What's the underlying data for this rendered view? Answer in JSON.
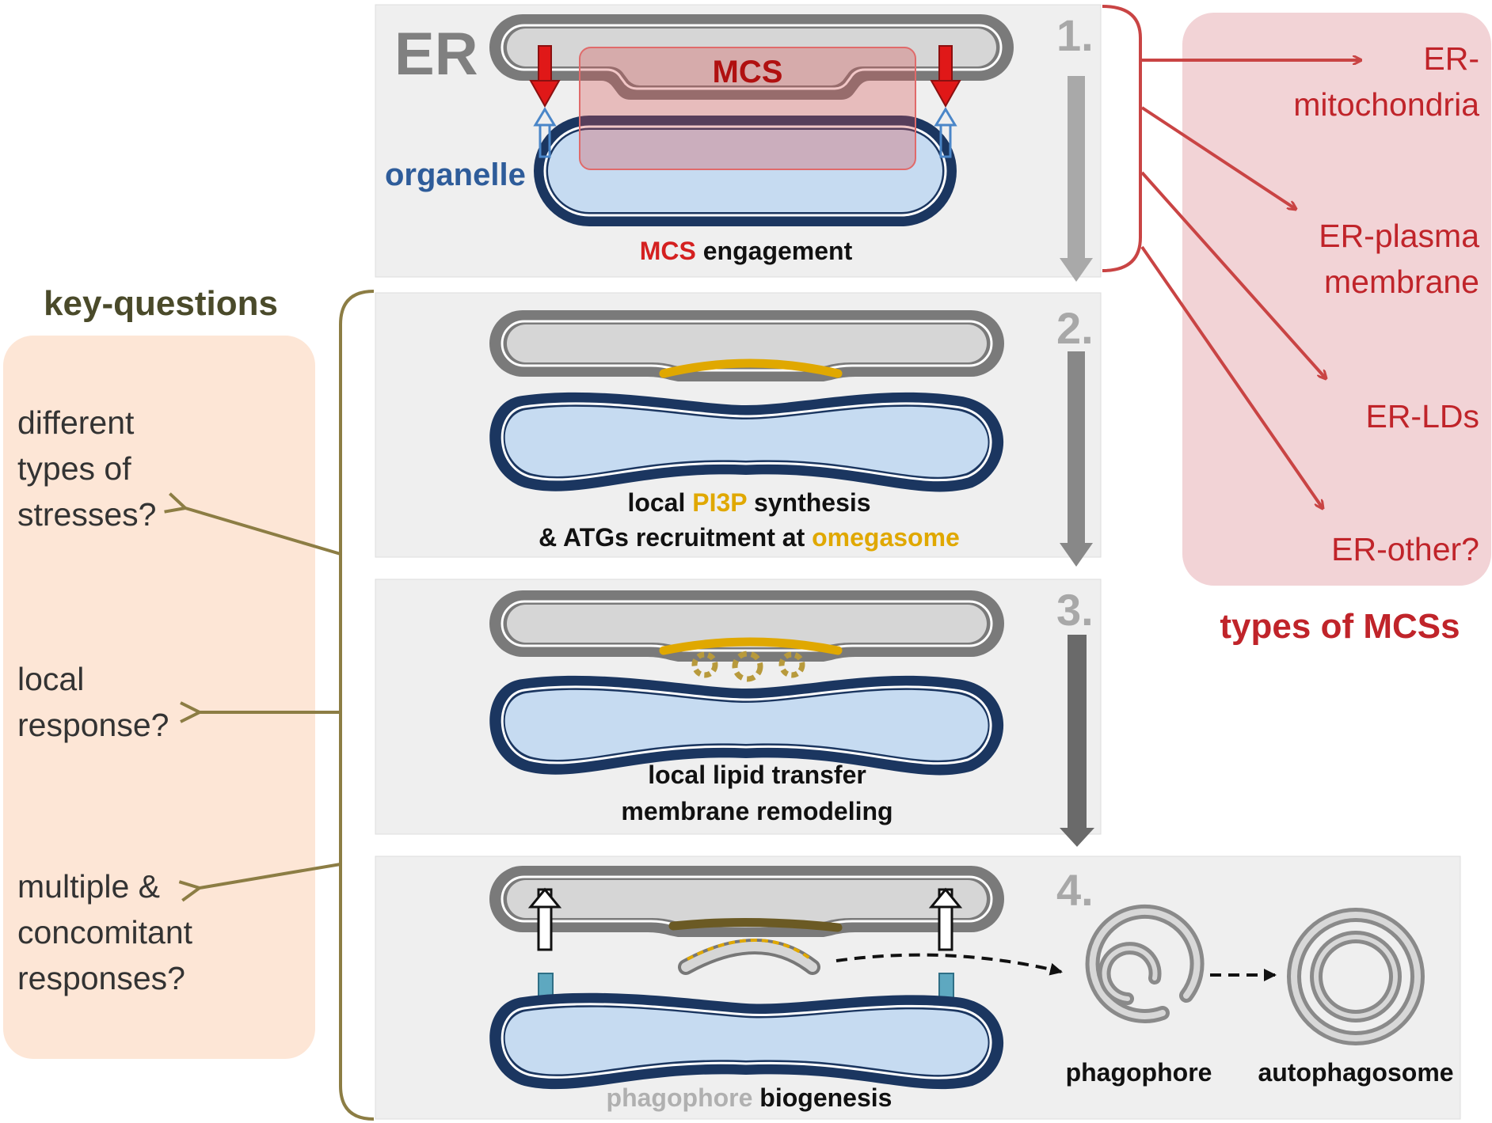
{
  "steps": [
    {
      "number": "1.",
      "caption_parts": [
        {
          "text": "MCS",
          "color": "#d42020"
        },
        {
          "text": " engagement",
          "color": "#111111"
        }
      ]
    },
    {
      "number": "2.",
      "caption_line1_parts": [
        {
          "text": "local ",
          "color": "#111111"
        },
        {
          "text": "PI3P",
          "color": "#e0a800"
        },
        {
          "text": " synthesis",
          "color": "#111111"
        }
      ],
      "caption_line2_parts": [
        {
          "text": "& ATGs recruitment at ",
          "color": "#111111"
        },
        {
          "text": "omegasome",
          "color": "#e0a800"
        }
      ]
    },
    {
      "number": "3.",
      "caption_line1": "local lipid transfer",
      "caption_line2": "membrane remodeling"
    },
    {
      "number": "4.",
      "caption_parts": [
        {
          "text": "phagophore",
          "color": "#b0b0b0"
        },
        {
          "text": " biogenesis",
          "color": "#111111"
        }
      ]
    }
  ],
  "labels": {
    "er": "ER",
    "mcs": "MCS",
    "organelle": "organelle",
    "phagophore": "phagophore",
    "autophagosome": "autophagosome"
  },
  "key_questions": {
    "title": "key-questions",
    "items": [
      [
        "different",
        "types of",
        "stresses?"
      ],
      [
        "local",
        "response?"
      ],
      [
        "multiple &",
        "concomitant",
        "responses?"
      ]
    ]
  },
  "mcs_types": {
    "title": "types of MCSs",
    "items": [
      [
        "ER-",
        "mitochondria"
      ],
      [
        "ER-plasma",
        "membrane"
      ],
      [
        "ER-LDs"
      ],
      [
        "ER-other?"
      ]
    ]
  },
  "colors": {
    "panel_bg": "#efefef",
    "er_outer": "#7a7a7a",
    "er_fill": "#d6d6d6",
    "organelle_outer": "#1b3660",
    "organelle_fill": "#c6dbf1",
    "mcs_red": "#c42a2a",
    "pi3p_yellow": "#e0a800",
    "olive": "#8c7d44",
    "kq_title": "#4a4a2a",
    "kq_box": "#fde6d6",
    "mcs_box": "#f2d3d6",
    "mcs_text": "#c0242a",
    "organelle_text": "#2e5c9a"
  }
}
